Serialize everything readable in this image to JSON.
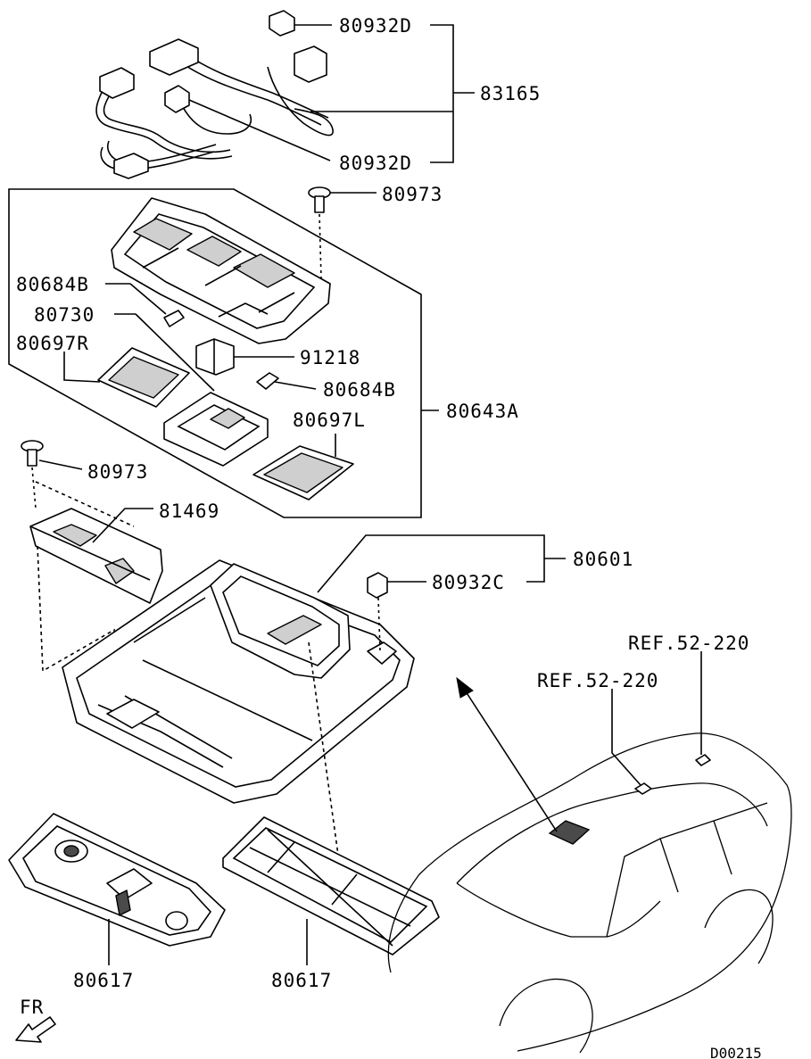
{
  "labels": {
    "p80932D_top": "80932D",
    "p83165": "83165",
    "p80932D_bottom": "80932D",
    "p80973_top": "80973",
    "p80684B_left": "80684B",
    "p80730": "80730",
    "p80697R": "80697R",
    "p91218": "91218",
    "p80684B_right": "80684B",
    "p80643A": "80643A",
    "p80697L": "80697L",
    "p80973_mid": "80973",
    "p81469": "81469",
    "p80601": "80601",
    "p80932C": "80932C",
    "ref_right": "REF.52-220",
    "ref_left": "REF.52-220",
    "p80617_left": "80617",
    "p80617_right": "80617",
    "fr": "FR",
    "code": "D00215"
  }
}
